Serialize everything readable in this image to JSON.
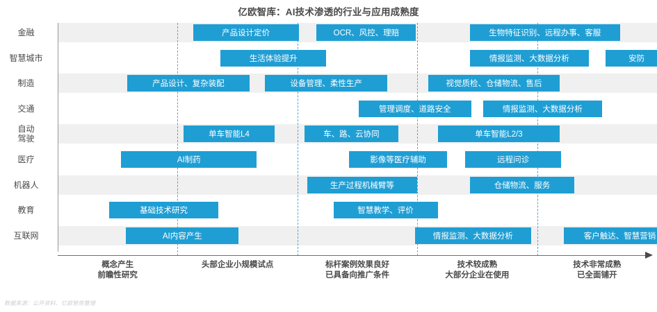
{
  "chart_data": {
    "type": "table",
    "title": "亿欧智库：AI技术渗透的行业与应用成熟度",
    "xlabel": "",
    "ylabel": "",
    "grid": true,
    "legend": "none",
    "xlim": [
      0,
      5
    ],
    "x_stages": [
      {
        "label_line1": "概念产生",
        "label_line2": "前瞻性研究",
        "center": 0.5
      },
      {
        "label_line1": "头部企业小规模试点",
        "label_line2": "",
        "center": 1.5
      },
      {
        "label_line1": "标杆案例效果良好",
        "label_line2": "已具备向推广条件",
        "center": 2.5
      },
      {
        "label_line1": "技术较成熟",
        "label_line2": "大部分企业在使用",
        "center": 3.5
      },
      {
        "label_line1": "技术非常成熟",
        "label_line2": "已全面铺开",
        "center": 4.5
      }
    ],
    "gridlines": [
      1,
      2,
      3,
      4,
      5
    ],
    "categories": [
      "金融",
      "智慧城市",
      "制造",
      "交通",
      "自动驾驶",
      "医疗",
      "机器人",
      "教育",
      "互联网"
    ],
    "rows": [
      {
        "category": "金融",
        "category_lines": [
          "金融"
        ],
        "items": [
          {
            "label": "产品设计定价",
            "start": 1.13,
            "end": 2.01
          },
          {
            "label": "OCR、风控、理赔",
            "start": 2.16,
            "end": 2.99
          },
          {
            "label": "生物特征识别、远程办事、客服",
            "start": 3.44,
            "end": 4.69
          }
        ]
      },
      {
        "category": "智慧城市",
        "category_lines": [
          "智慧城市"
        ],
        "items": [
          {
            "label": "生活体验提升",
            "start": 1.36,
            "end": 2.24
          },
          {
            "label": "情报监测、大数据分析",
            "start": 3.44,
            "end": 4.43
          },
          {
            "label": "安防",
            "start": 4.57,
            "end": 5.09
          }
        ]
      },
      {
        "category": "制造",
        "category_lines": [
          "制造"
        ],
        "items": [
          {
            "label": "产品设计、复杂装配",
            "start": 0.58,
            "end": 1.6
          },
          {
            "label": "设备管理、柔性生产",
            "start": 1.73,
            "end": 2.75
          },
          {
            "label": "视觉质检、仓储物流、售后",
            "start": 3.09,
            "end": 4.19
          }
        ]
      },
      {
        "category": "交通",
        "category_lines": [
          "交通"
        ],
        "items": [
          {
            "label": "管理调度、道路安全",
            "start": 2.51,
            "end": 3.45
          },
          {
            "label": "情报监测、大数据分析",
            "start": 3.55,
            "end": 4.54
          }
        ]
      },
      {
        "category": "自动驾驶",
        "category_lines": [
          "自动",
          "驾驶"
        ],
        "items": [
          {
            "label": "单车智能L4",
            "start": 1.05,
            "end": 1.81
          },
          {
            "label": "车、路、云协同",
            "start": 2.06,
            "end": 2.84
          },
          {
            "label": "单车智能L2/3",
            "start": 3.17,
            "end": 4.19
          }
        ]
      },
      {
        "category": "医疗",
        "category_lines": [
          "医疗"
        ],
        "items": [
          {
            "label": "AI制药",
            "start": 0.53,
            "end": 1.66
          },
          {
            "label": "影像等医疗辅助",
            "start": 2.43,
            "end": 3.25
          },
          {
            "label": "远程问诊",
            "start": 3.4,
            "end": 4.2
          }
        ]
      },
      {
        "category": "机器人",
        "category_lines": [
          "机器人"
        ],
        "items": [
          {
            "label": "生产过程机械臂等",
            "start": 2.08,
            "end": 3.0
          },
          {
            "label": "仓储物流、服务",
            "start": 3.44,
            "end": 4.31
          }
        ]
      },
      {
        "category": "教育",
        "category_lines": [
          "教育"
        ],
        "items": [
          {
            "label": "基础技术研究",
            "start": 0.43,
            "end": 1.34
          },
          {
            "label": "智慧教学、评价",
            "start": 2.3,
            "end": 3.17
          }
        ]
      },
      {
        "category": "互联网",
        "category_lines": [
          "互联网"
        ],
        "items": [
          {
            "label": "AI内容产生",
            "start": 0.57,
            "end": 1.51
          },
          {
            "label": "情报监测、大数据分析",
            "start": 2.98,
            "end": 3.95
          },
          {
            "label": "客户触达、智慧营销",
            "start": 4.22,
            "end": 5.16
          }
        ]
      }
    ],
    "colors": {
      "bar": "#1f9ed4",
      "band": "#f0f0f0",
      "gridline": "#2e9bd0",
      "axis": "#6e6e6e",
      "text": "#4a4a4a"
    }
  },
  "footnote": "数据来源：公开资料、亿欧智库整理"
}
